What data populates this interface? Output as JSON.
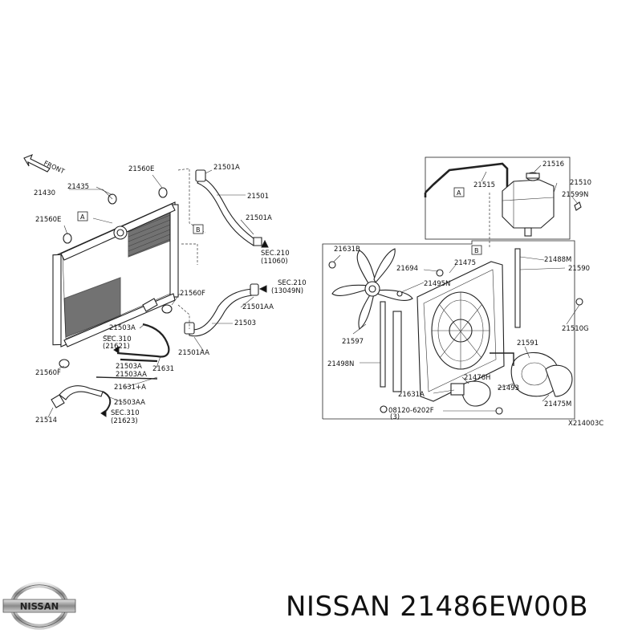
{
  "diagram": {
    "front_label": "FRONT",
    "drawing_code": "X214003C",
    "box_letters": {
      "A": "A",
      "B": "B"
    },
    "labels": {
      "p21430": "21430",
      "p21435": "21435",
      "p21560E_top": "21560E",
      "p21560E_left": "21560E",
      "p21501A_top": "21501A",
      "p21501": "21501",
      "p21501A_mid": "21501A",
      "sec210_a": "SEC.210",
      "sec210_a_ref": "(11060)",
      "sec210_b": "SEC.210",
      "sec210_b_ref": "(13049N)",
      "p21560F_right": "21560F",
      "p21501AA_right": "21501AA",
      "p21503_right": "21503",
      "p21501AA_low": "21501AA",
      "p21503A_top": "21503A",
      "sec310_a": "SEC.310",
      "sec310_a_ref": "(21621)",
      "p21503A_mid": "21503A",
      "p21503AA": "21503AA",
      "p21631": "21631",
      "p21560F_left": "21560F",
      "p21631A": "21631+A",
      "p21503AA_low": "21503AA",
      "sec310_b": "SEC.310",
      "sec310_b_ref": "(21623)",
      "p21514": "21514",
      "p21516": "21516",
      "p21515": "21515",
      "p21510": "21510",
      "p21599N": "21599N",
      "p21631B": "21631B",
      "p21694": "21694",
      "p21475": "21475",
      "p21488M": "21488M",
      "p21590": "21590",
      "p21495N": "21495N",
      "p21510G": "21510G",
      "p21597": "21597",
      "p21591": "21591",
      "p21498N": "21498N",
      "p21476H": "21476H",
      "p21493": "21493",
      "p21631A_fan": "21631A",
      "bolt": "08120-6202F",
      "bolt_qty": "(3)",
      "p21475M": "21475M"
    }
  },
  "footer": {
    "logo_text": "NISSAN",
    "brand_part": "NISSAN 21486EW00B"
  }
}
